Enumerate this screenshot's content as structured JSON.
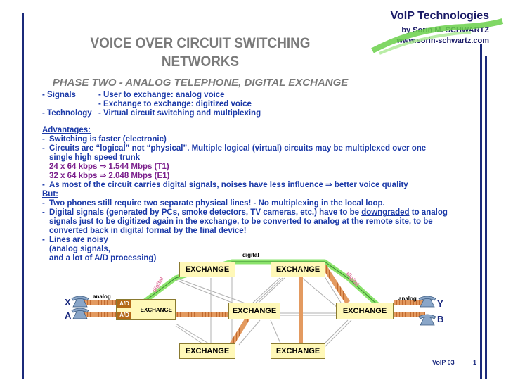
{
  "brand": {
    "title": "VoIP Technologies",
    "author": "by Sorin M. SCHWARTZ",
    "site": "www.sorin-schwartz.com"
  },
  "slide": {
    "title_line1": "VOICE OVER CIRCUIT SWITCHING",
    "title_line2": "NETWORKS",
    "subtitle": "PHASE TWO - ANALOG TELEPHONE, DIGITAL EXCHANGE"
  },
  "overview": [
    {
      "label": "- Signals",
      "text": "- User to exchange: analog voice"
    },
    {
      "label": "",
      "text": "- Exchange to exchange: digitized voice"
    },
    {
      "label": "- Technology",
      "text": "- Virtual circuit switching and multiplexing"
    }
  ],
  "advantages": {
    "heading": "Advantages:",
    "item1": "Switching is faster (electronic)",
    "item2": "Circuits are “logical” not “physical”. Multiple logical (virtual) circuits may be multiplexed over one",
    "item2_cont": "single high speed trunk",
    "rate1": "24 x 64 kbps ⇒ 1.544 Mbps (T1)",
    "rate2": "32 x 64 kbps ⇒ 2.048 Mbps (E1)",
    "item3": "As most of the circuit carries digital signals, noises have less influence ⇒ better voice quality"
  },
  "but": {
    "heading": "But:",
    "item1": "Two phones still require two separate physical lines! - No multiplexing in the local loop.",
    "item2_a": "Digital signals (generated by PCs, smoke detectors, TV cameras, etc.) have to be ",
    "item2_u": "downgraded",
    "item2_b": " to analog",
    "item2_c": "signals just to be digitized again in the exchange, to be converted to analog at the remote site, to be",
    "item2_d": "converted back in digital format by the final device!",
    "item3": "Lines are noisy",
    "item3_b": "(analog signals,",
    "item3_c": "and a lot of A/D processing)"
  },
  "diagram": {
    "exchange": "EXCHANGE",
    "ad": "A/D",
    "digital": "digital",
    "analog": "analog",
    "x": "X",
    "a": "A",
    "y": "Y",
    "b": "B"
  },
  "footer": {
    "label": "VoIP 03",
    "page": "1"
  },
  "colors": {
    "title_gray": "#7a7a7a",
    "text_blue": "#1c3aa8",
    "rate_purple": "#7b1f8c",
    "exchange_fill": "#fff8b8",
    "digital_green": "#66dd55",
    "trunk_orange": "#d97a3a"
  }
}
